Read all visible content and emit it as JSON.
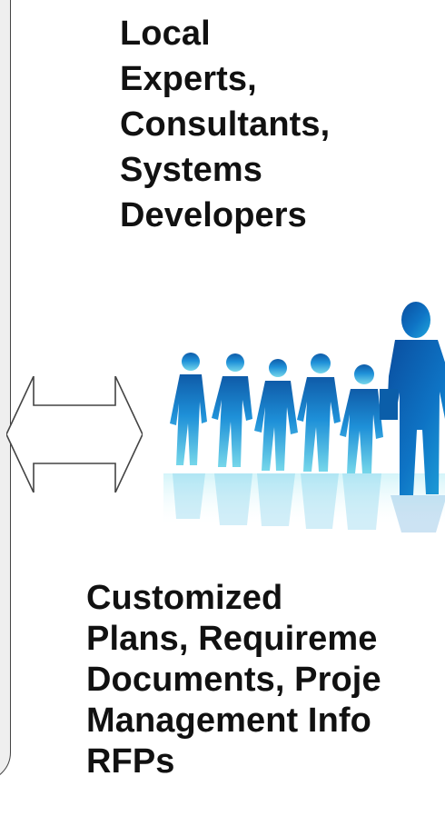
{
  "top_label": {
    "lines": [
      "Local",
      "Experts,",
      "Consultants,",
      "Systems",
      "Developers"
    ]
  },
  "bottom_label": {
    "lines": [
      "Customized",
      "Plans, Requireme",
      "Documents, Proje",
      "Management Info",
      "RFPs"
    ]
  },
  "graphics": {
    "people_icon": "business-team-silhouettes",
    "arrow_icon": "double-headed-arrow",
    "accent_colors": [
      "#0a4d9e",
      "#1f8ed8",
      "#74d4ea",
      "#d9f7fb"
    ]
  }
}
